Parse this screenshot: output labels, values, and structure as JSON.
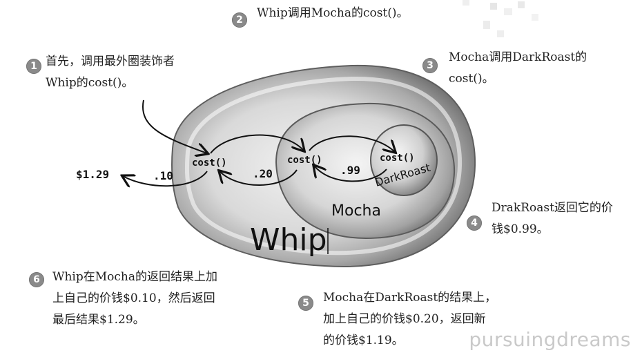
{
  "diagram": {
    "rings": {
      "outer_label": "Whip",
      "middle_label": "Mocha",
      "inner_label": "DarkRoast"
    },
    "calls": {
      "outer_cost": "cost()",
      "middle_cost": "cost()",
      "inner_cost": "cost()"
    },
    "values": {
      "result": "$1.29",
      "whip_add": ".10",
      "mocha_add": ".20",
      "darkroast_price": ".99"
    }
  },
  "steps": [
    {
      "number": "1",
      "lines": [
        "首先，调用最外圈装饰者",
        "Whip的cost()。"
      ]
    },
    {
      "number": "2",
      "lines": [
        "Whip调用Mocha的cost()。"
      ]
    },
    {
      "number": "3",
      "lines": [
        "Mocha调用DarkRoast的",
        "cost()。"
      ]
    },
    {
      "number": "4",
      "lines": [
        "DrakRoast返回它的价",
        "钱$0.99。"
      ]
    },
    {
      "number": "5",
      "lines": [
        "Mocha在DarkRoast的结果上，",
        "加上自己的价钱$0.20，返回新",
        "的价钱$1.19。"
      ]
    },
    {
      "number": "6",
      "lines": [
        "Whip在Mocha的返回结果上加",
        "上自己的价钱$0.10，然后返回",
        "最后结果$1.29。"
      ]
    }
  ],
  "watermark": "pursuingdreams",
  "colors": {
    "badge": "#8a8a8a",
    "ring_dark": "#6e6e6e",
    "ring_light": "#e8e8e8",
    "watermark": "#c9c9c9"
  }
}
